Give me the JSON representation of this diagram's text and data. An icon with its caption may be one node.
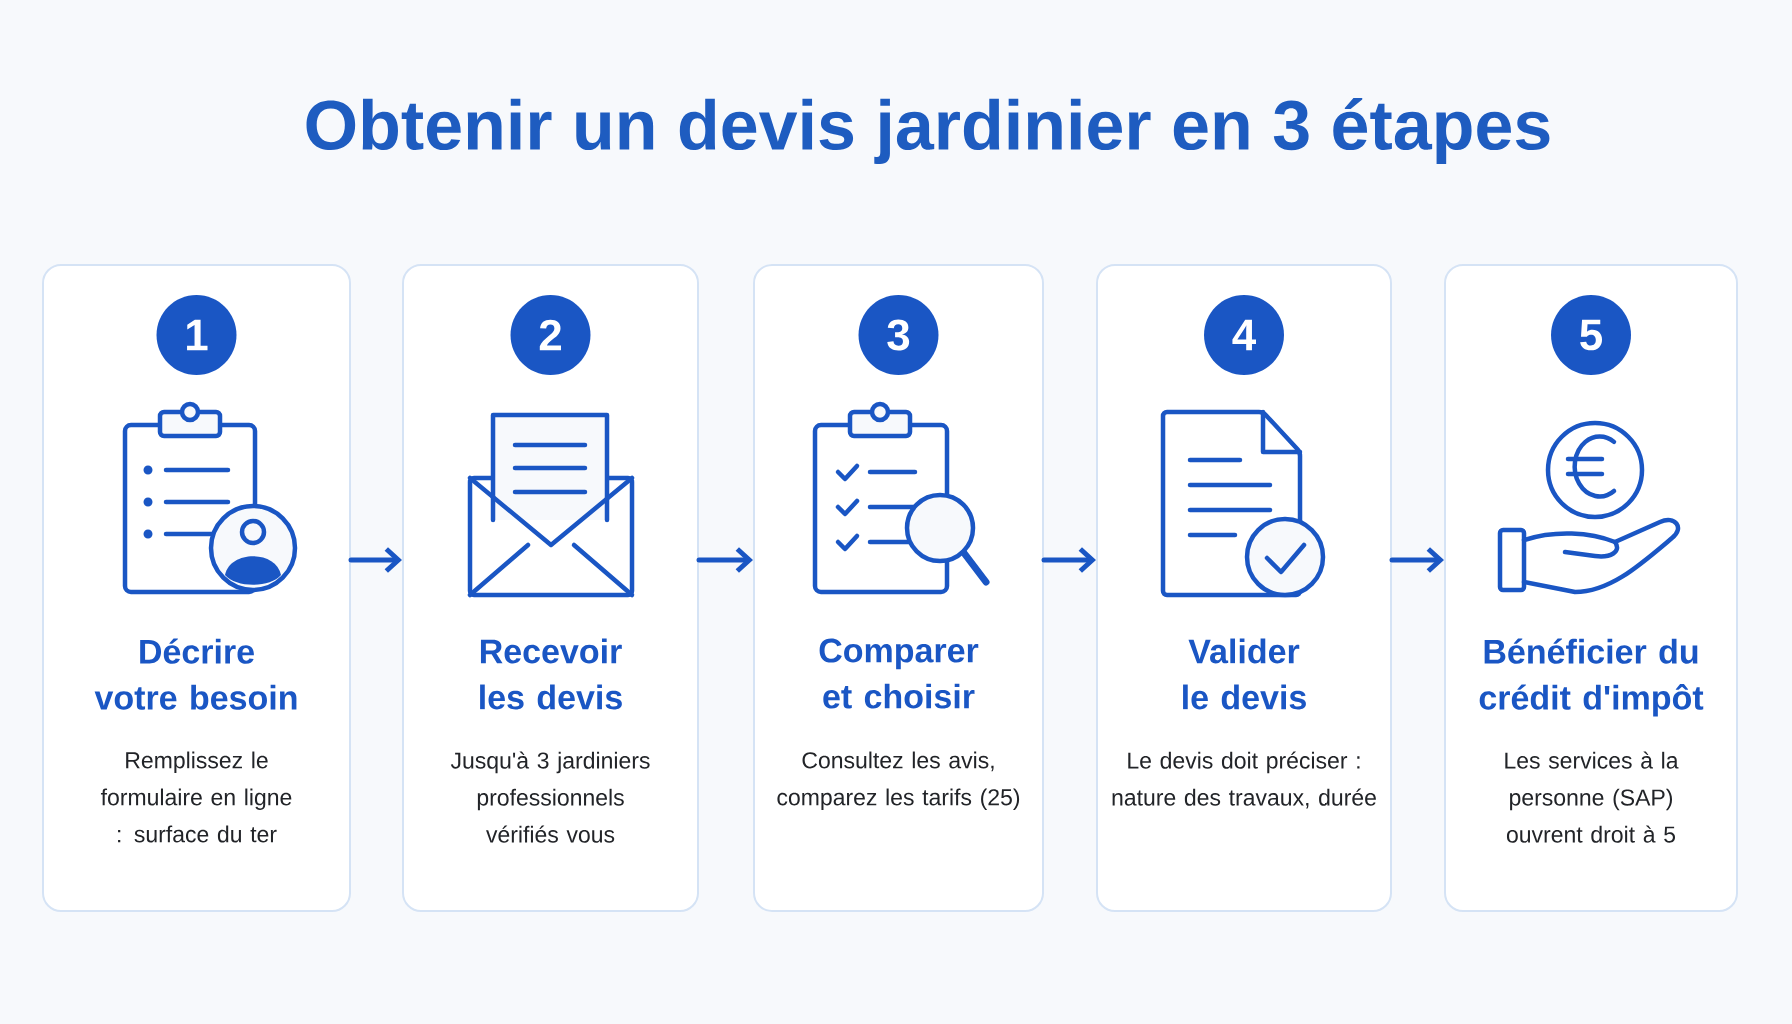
{
  "diagram": {
    "title": "Obtenir un devis jardinier en 3 étapes",
    "nodes": [
      {
        "text": [
          "Décrire votre besoin",
          "Remplissez le formulaire en ligne : surface du ter"
        ]
      },
      {
        "text": [
          "1"
        ],
        "in": 0
      },
      {
        "text": [
          "Recevoir les devis",
          "Jusqu'à 3 jardiniers professionnels vérifiés vous"
        ]
      },
      {
        "text": [
          "2"
        ],
        "in": 2
      },
      {
        "text": [
          "Comparer et choisir",
          "Consultez les avis, comparez les tarifs (25)"
        ]
      },
      {
        "text": [
          "3"
        ],
        "in": 4
      },
      {
        "text": [
          "Valider le devis",
          "Le devis doit préciser : nature des travaux, durée"
        ]
      },
      {
        "text": [
          "4"
        ],
        "in": 6
      },
      {
        "text": [
          "Bénéficier du crédit d'impôt",
          "Les services à la personne (SAP) ouvrent droit à 5"
        ]
      },
      {
        "text": [
          "5"
        ],
        "in": 8
      }
    ],
    "edges": [
      {
        "from": 0,
        "to": 2,
        "arrow": "to"
      },
      {
        "from": 2,
        "to": 4,
        "arrow": "to"
      },
      {
        "from": 4,
        "to": 6,
        "arrow": "to"
      },
      {
        "from": 6,
        "to": 8,
        "arrow": "to"
      }
    ]
  }
}
